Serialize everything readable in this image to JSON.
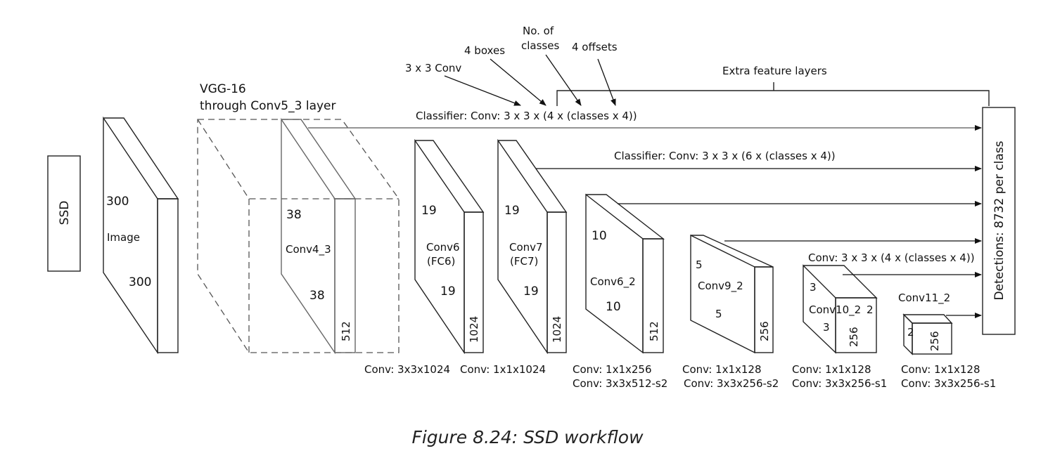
{
  "ssd_label": "SSD",
  "image": {
    "h": "300",
    "name": "Image",
    "w": "300"
  },
  "vgg_title_line1": "VGG-16",
  "vgg_title_line2": "through Conv5_3 layer",
  "conv4_3": {
    "h": "38",
    "name": "Conv4_3",
    "w": "38",
    "depth": "512"
  },
  "conv6": {
    "h": "19",
    "name_line1": "Conv6",
    "name_line2": "(FC6)",
    "w": "19",
    "depth": "1024",
    "op": "Conv: 3x3x1024"
  },
  "conv7": {
    "h": "19",
    "name_line1": "Conv7",
    "name_line2": "(FC7)",
    "w": "19",
    "depth": "1024",
    "op": "Conv: 1x1x1024"
  },
  "conv8_2": {
    "h": "10",
    "name": "Conv6_2",
    "w": "10",
    "depth": "512",
    "op1": "Conv: 1x1x256",
    "op2": "Conv: 3x3x512-s2"
  },
  "conv9_2": {
    "h": "5",
    "name": "Conv9_2",
    "w": "5",
    "depth": "256",
    "op1": "Conv: 1x1x128",
    "op2": "Conv: 3x3x256-s2"
  },
  "conv10_2": {
    "h": "3",
    "name": "Conv10_2",
    "w": "2",
    "d": "3",
    "depth": "256",
    "op1": "Conv: 1x1x128",
    "op2": "Conv: 3x3x256-s1"
  },
  "conv11_2": {
    "name": "Conv11_2",
    "h": "2",
    "depth": "256",
    "op1": "Conv: 1x1x128",
    "op2": "Conv: 3x3x256-s1"
  },
  "annotations": {
    "conv3x3": "3 x 3 Conv",
    "boxes": "4 boxes",
    "classes_line1": "No. of",
    "classes_line2": "classes",
    "offsets": "4 offsets",
    "extra": "Extra feature layers"
  },
  "classifier1": "Classifier: Conv: 3 x 3 x (4 x (classes x 4))",
  "classifier2": "Classifier: Conv: 3 x 3 x (6 x (classes x 4))",
  "classifier3": "Conv: 3 x 3 x (4 x (classes x 4))",
  "detections": "Detections: 8732 per class",
  "caption": "Figure 8.24: SSD workflow"
}
